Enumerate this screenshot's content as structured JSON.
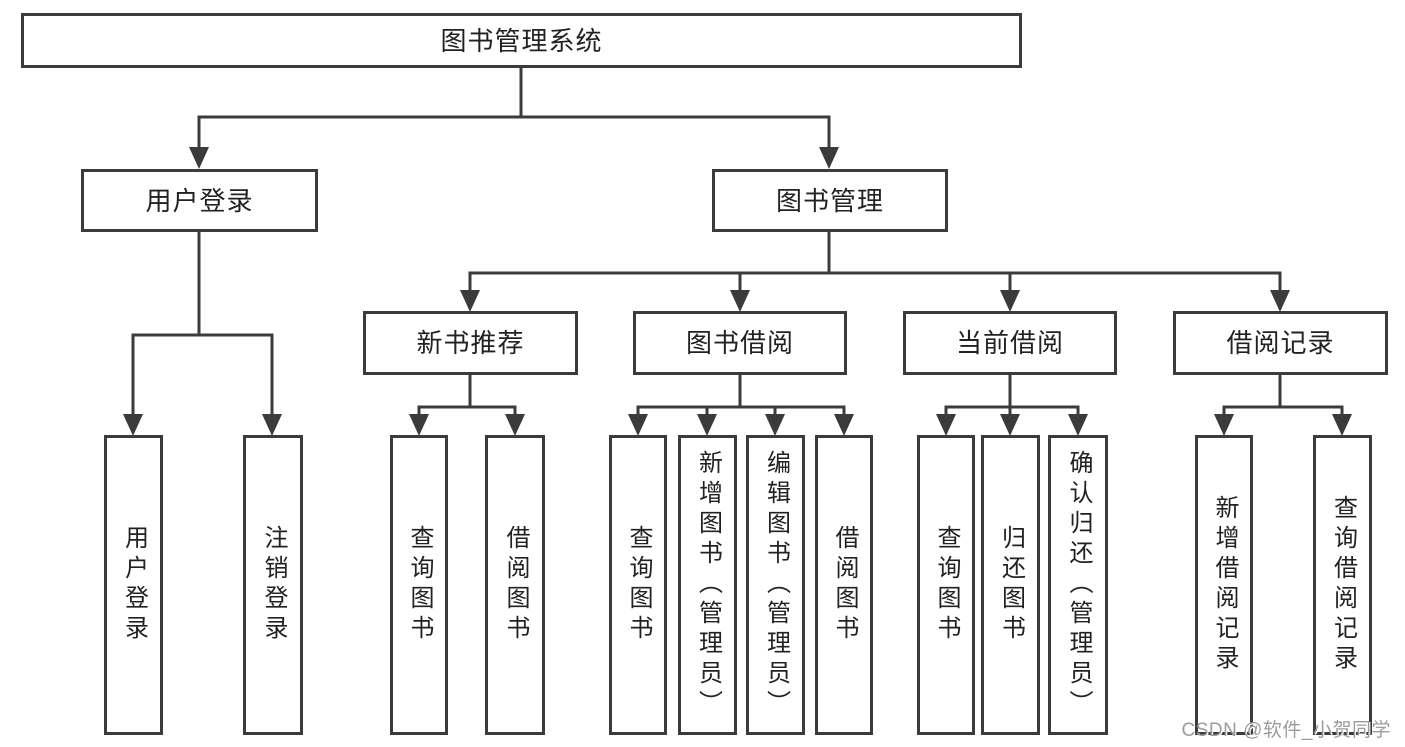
{
  "nodes": {
    "root": {
      "label": "图书管理系统"
    },
    "branches": [
      {
        "label": "用户登录",
        "children": [
          {
            "label": "用户登录"
          },
          {
            "label": "注销登录"
          }
        ]
      },
      {
        "label": "图书管理",
        "children": [
          {
            "label": "新书推荐",
            "children": [
              {
                "label": "查询图书"
              },
              {
                "label": "借阅图书"
              }
            ]
          },
          {
            "label": "图书借阅",
            "children": [
              {
                "label": "查询图书"
              },
              {
                "label": "新增图书（管理员）"
              },
              {
                "label": "编辑图书（管理员）"
              },
              {
                "label": "借阅图书"
              }
            ]
          },
          {
            "label": "当前借阅",
            "children": [
              {
                "label": "查询图书"
              },
              {
                "label": "归还图书"
              },
              {
                "label": "确认归还（管理员）"
              }
            ]
          },
          {
            "label": "借阅记录",
            "children": [
              {
                "label": "新增借阅记录"
              },
              {
                "label": "查询借阅记录"
              }
            ]
          }
        ]
      }
    ]
  },
  "watermark": "CSDN @软件_小贺同学",
  "colors": {
    "border": "#3b3b3b",
    "line": "#3b3b3b",
    "text": "#222222",
    "watermark": "#9c9c9c",
    "background": "#ffffff"
  }
}
